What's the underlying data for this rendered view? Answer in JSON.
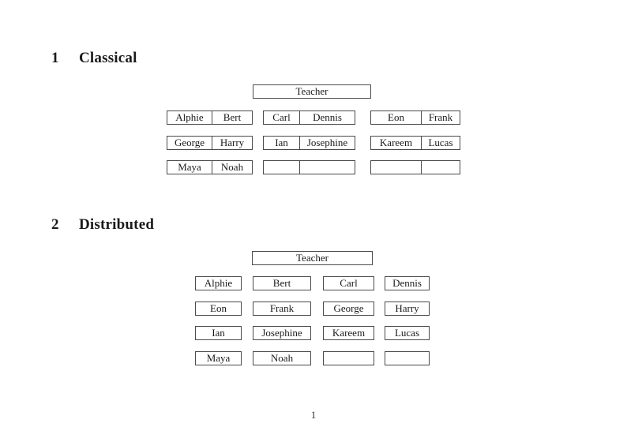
{
  "page": {
    "number": "1"
  },
  "sections": {
    "classical": {
      "number": "1",
      "title": "Classical",
      "teacher_label": "Teacher",
      "desks": [
        {
          "left": "Alphie",
          "right": "Bert"
        },
        {
          "left": "Carl",
          "right": "Dennis"
        },
        {
          "left": "Eon",
          "right": "Frank"
        },
        {
          "left": "George",
          "right": "Harry"
        },
        {
          "left": "Ian",
          "right": "Josephine"
        },
        {
          "left": "Kareem",
          "right": "Lucas"
        },
        {
          "left": "Maya",
          "right": "Noah"
        },
        {
          "left": "",
          "right": ""
        },
        {
          "left": "",
          "right": ""
        }
      ]
    },
    "distributed": {
      "number": "2",
      "title": "Distributed",
      "teacher_label": "Teacher",
      "seats": [
        "Alphie",
        "Bert",
        "Carl",
        "Dennis",
        "Eon",
        "Frank",
        "George",
        "Harry",
        "Ian",
        "Josephine",
        "Kareem",
        "Lucas",
        "Maya",
        "Noah",
        "",
        ""
      ]
    }
  }
}
